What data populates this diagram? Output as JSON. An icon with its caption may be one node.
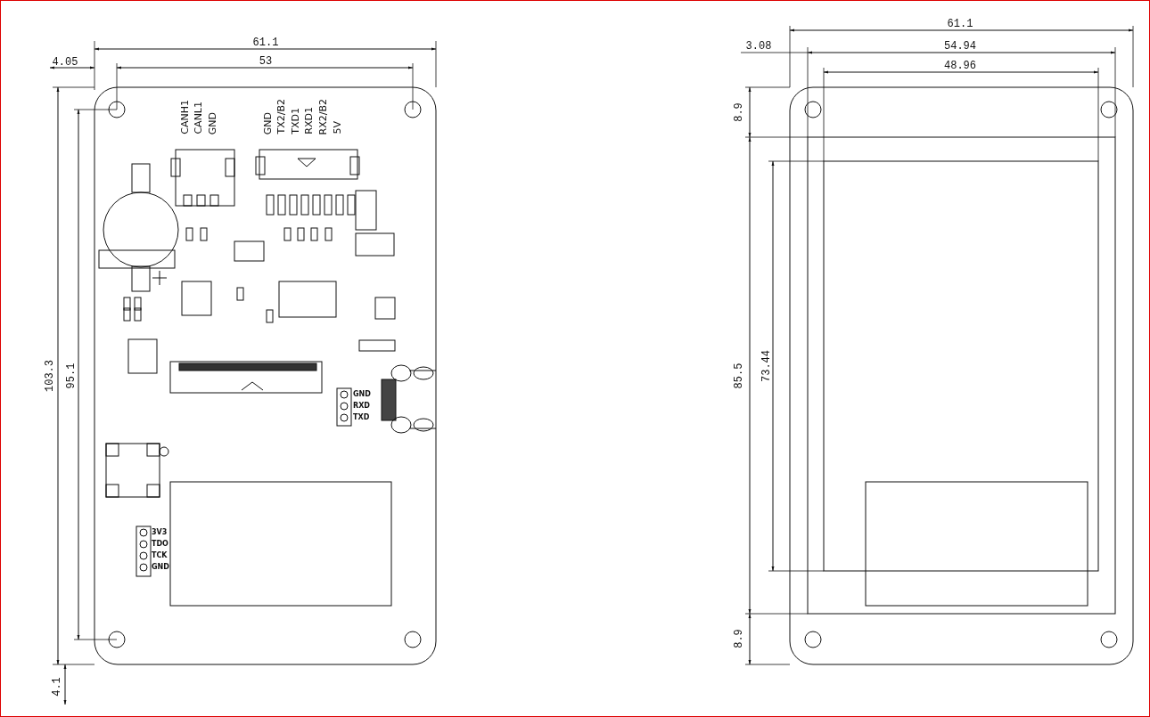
{
  "diagram": {
    "labels": [
      "61.1",
      "4.05",
      "53",
      "CANH1",
      "CANL1",
      "GND",
      "GND",
      "TX2/B2",
      "TXD1",
      "RXD1",
      "RX2/B2",
      "5V",
      "103.3",
      "95.1",
      "GND",
      "RXD",
      "TXD",
      "3V3",
      "TDO",
      "TCK",
      "GND",
      "4.1",
      "61.1",
      "3.08",
      "54.94",
      "48.96",
      "8.9",
      "85.5",
      "73.44",
      "8.9"
    ]
  }
}
